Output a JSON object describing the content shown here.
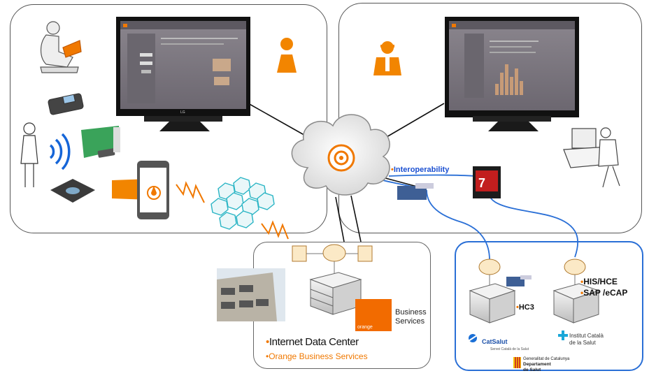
{
  "labels": {
    "interoperability": "Interoperability",
    "business_services": [
      "Business",
      "Services"
    ],
    "internet_data_center": "Internet Data Center",
    "orange_business_services": "Orange Business Services",
    "orange_logo": "orange",
    "hcs": "HC3",
    "his_hce": "HIS/HCE",
    "sap_ecap": "SAP /eCAP",
    "institut_catala": [
      "Institut Català",
      "de la Salut"
    ],
    "catsalut": "CatSalut",
    "catsalut_sub": "Servei Català de la Salut",
    "generalitat": [
      "Generalitat de Catalunya",
      "Departament",
      "de Salut"
    ]
  },
  "colors": {
    "accent_orange": "#f26b00",
    "link_blue": "#2a6fd6",
    "screen_grey": "#76717a",
    "panel_border": "#555555"
  }
}
